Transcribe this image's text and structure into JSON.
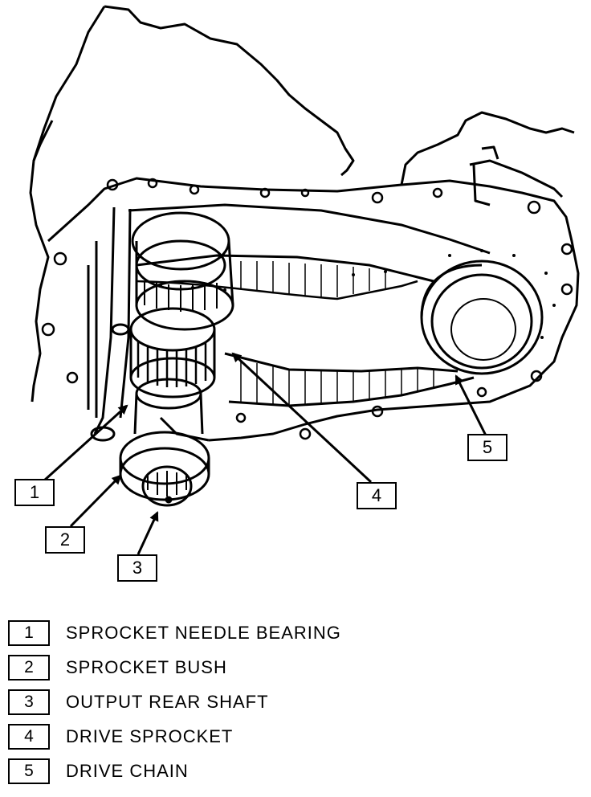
{
  "callouts": [
    {
      "num": "1"
    },
    {
      "num": "2"
    },
    {
      "num": "3"
    },
    {
      "num": "4"
    },
    {
      "num": "5"
    }
  ],
  "legend": [
    {
      "num": "1",
      "label": "SPROCKET NEEDLE BEARING"
    },
    {
      "num": "2",
      "label": "SPROCKET BUSH"
    },
    {
      "num": "3",
      "label": "OUTPUT REAR SHAFT"
    },
    {
      "num": "4",
      "label": "DRIVE SPROCKET"
    },
    {
      "num": "5",
      "label": "DRIVE CHAIN"
    }
  ],
  "colors": {
    "ink": "#000000",
    "paper": "#ffffff"
  }
}
